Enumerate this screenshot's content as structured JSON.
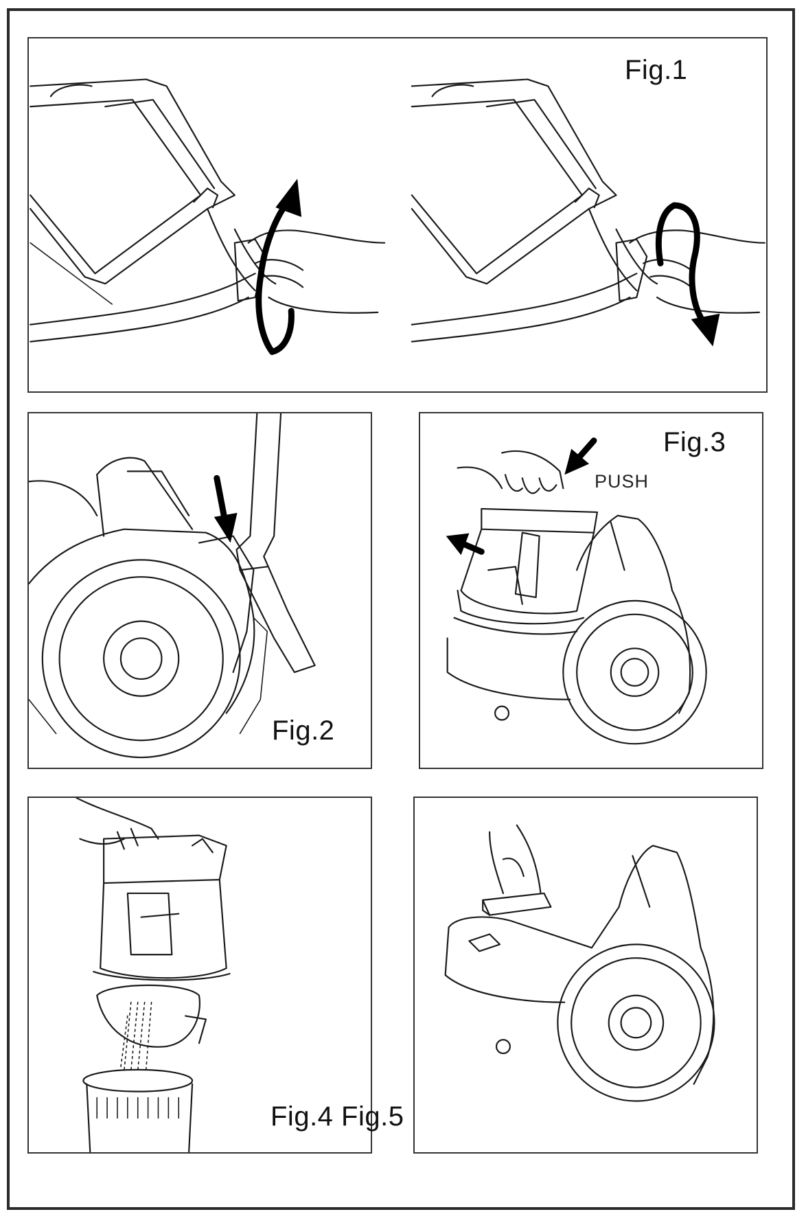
{
  "figures": {
    "fig1": "Fig.1",
    "fig2": "Fig.2",
    "fig3": "Fig.3",
    "fig45": "Fig.4 Fig.5"
  },
  "annotations": {
    "push": "PUSH"
  },
  "colors": {
    "ink": "#1a1a1a",
    "paper": "#ffffff"
  }
}
